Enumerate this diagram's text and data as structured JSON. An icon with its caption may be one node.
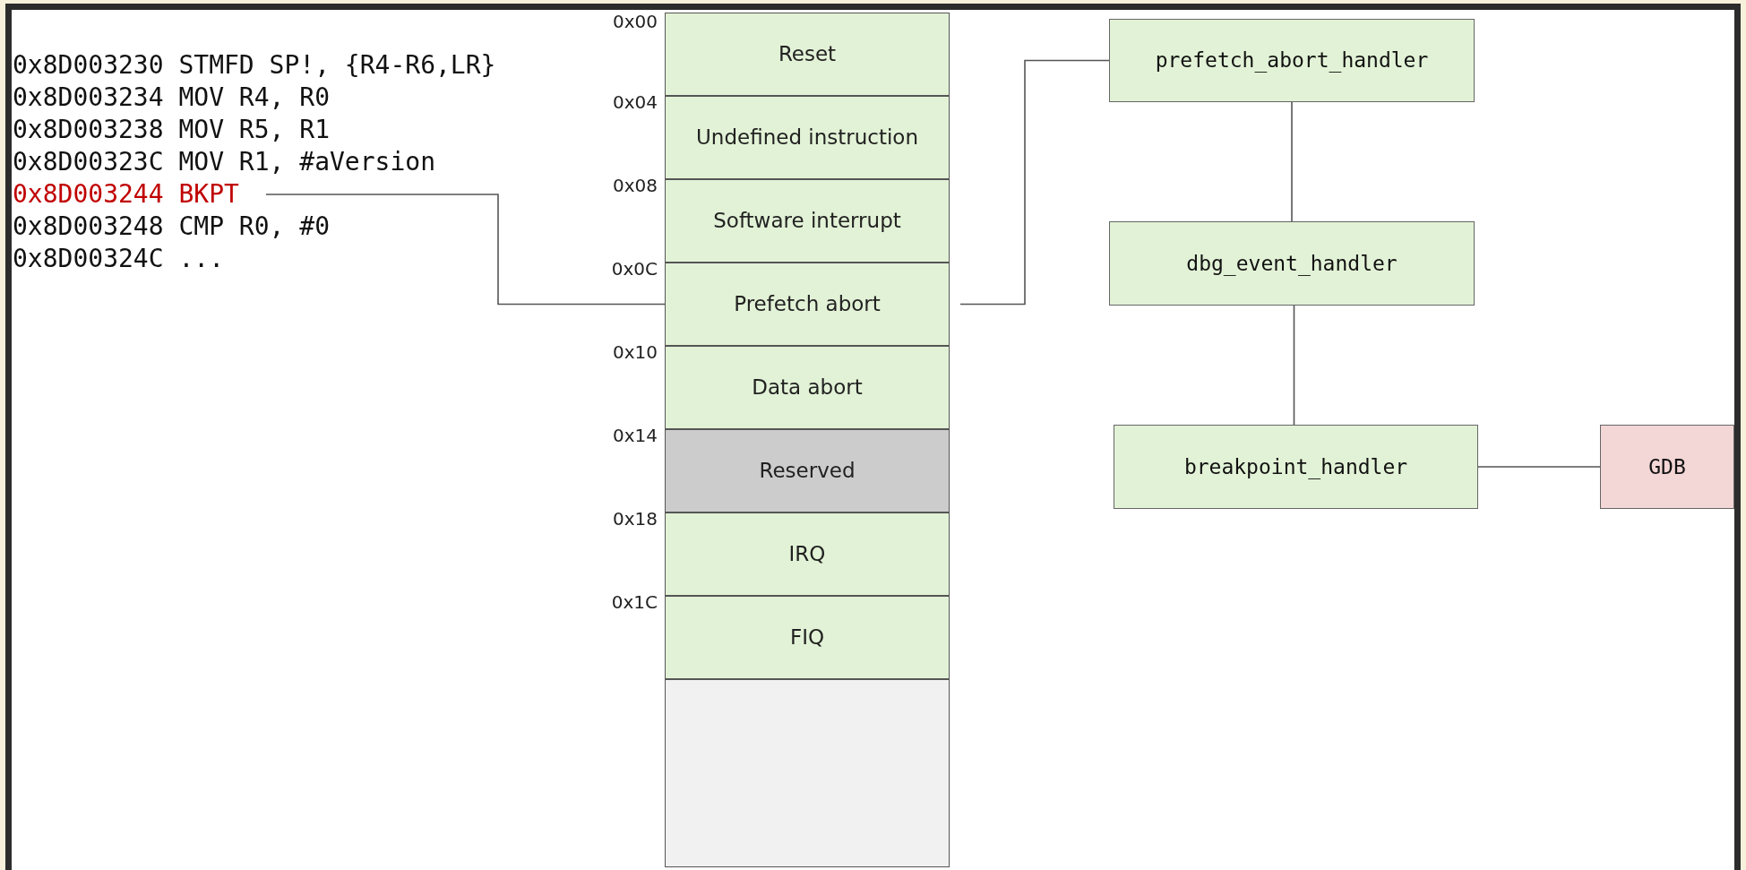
{
  "diagram": {
    "nodes": [
      {
        "text": [
          "0x8D003244 BKPT"
        ]
      },
      {
        "text": [
          "Reset"
        ],
        "beside": [
          "0x00"
        ]
      },
      {
        "text": [
          "Undefined instruction"
        ],
        "beside": [
          "0x04"
        ]
      },
      {
        "text": [
          "Software interrupt"
        ],
        "beside": [
          "0x08"
        ]
      },
      {
        "text": [
          "Prefetch abort"
        ],
        "beside": [
          "0x0C"
        ]
      },
      {
        "text": [
          "Data abort"
        ],
        "beside": [
          "0x10"
        ]
      },
      {
        "text": [
          "Reserved"
        ],
        "beside": [
          "0x14"
        ]
      },
      {
        "text": [
          "IRQ"
        ],
        "beside": [
          "0x18"
        ]
      },
      {
        "text": [
          "FIQ"
        ],
        "beside": [
          "0x1C"
        ]
      },
      {
        "text": [],
        "shape": "box"
      },
      {
        "text": [
          "prefetch_abort_handler"
        ]
      },
      {
        "text": [
          "dbg_event_handler"
        ]
      },
      {
        "text": [
          "breakpoint_handler"
        ]
      },
      {
        "text": [
          "GDB"
        ]
      }
    ],
    "edges": [
      {
        "from": 0,
        "to": 4,
        "arrow": "none"
      },
      {
        "from": 4,
        "to": 10,
        "arrow": "none"
      },
      {
        "from": 10,
        "to": 11,
        "arrow": "none"
      },
      {
        "from": 11,
        "to": 12,
        "arrow": "none"
      },
      {
        "from": 12,
        "to": 13,
        "arrow": "none"
      }
    ],
    "labels": [
      "0x8D003230 STMFD SP!, {R4-R6,LR}",
      "0x8D003234 MOV R4, R0",
      "0x8D003238 MOV R5, R1",
      "0x8D00323C MOV R1, #aVersion",
      "0x8D003248 CMP R0, #0",
      "0x8D00324C ..."
    ]
  }
}
